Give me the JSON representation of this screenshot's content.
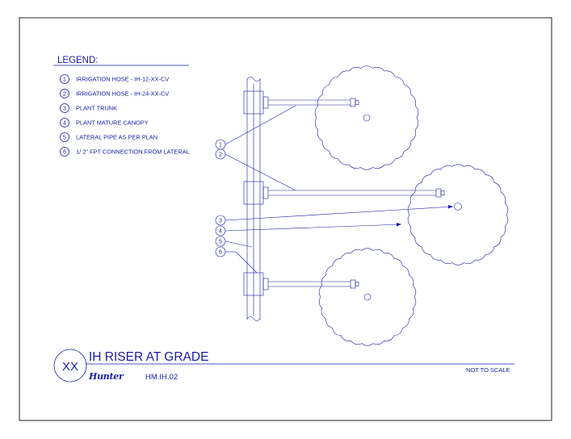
{
  "legend": {
    "title": "LEGEND:",
    "items": [
      {
        "num": "1",
        "label": "IRRIGATION HOSE - IH-12-XX-CV"
      },
      {
        "num": "2",
        "label": "IRRIGATION HOSE - IH-24-XX-CV"
      },
      {
        "num": "3",
        "label": "PLANT TRUNK"
      },
      {
        "num": "4",
        "label": "PLANT MATURE CANOPY"
      },
      {
        "num": "5",
        "label": "LATERAL PIPE AS PER PLAN"
      },
      {
        "num": "6",
        "label": "1/ 2\" FPT CONNECTION FROM LATERAL"
      }
    ]
  },
  "callouts": [
    "1",
    "2",
    "3",
    "4",
    "5",
    "6"
  ],
  "title_block": {
    "detail_id": "XX",
    "title": "IH RISER AT GRADE",
    "brand": "Hunter",
    "code": "HM.IH.02",
    "scale_note": "NOT TO SCALE"
  },
  "colors": {
    "line": "#1a1aa6",
    "frame": "#222222",
    "background": "#ffffff"
  }
}
